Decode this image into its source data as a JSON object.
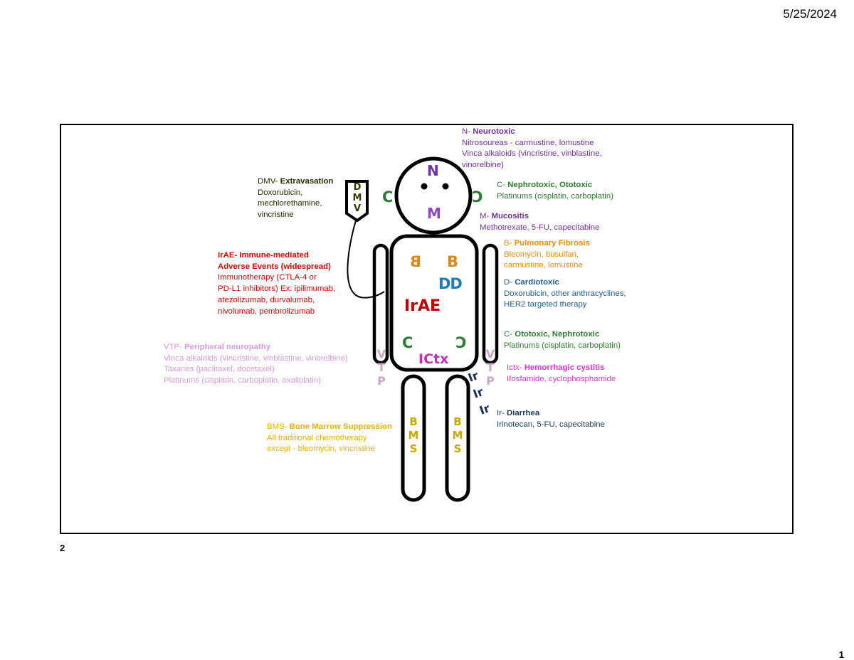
{
  "header": {
    "date": "5/25/2024"
  },
  "footer": {
    "slide_number": "2",
    "page_number": "1"
  },
  "colors": {
    "neuro": "#7030a0",
    "nephro": "#2e7d32",
    "muco": "#7030a0",
    "pulm": "#f08c00",
    "cardio": "#1f6fa8",
    "irae": "#e00000",
    "dmv": "#3a3a00",
    "vtp": "#d89ad8",
    "ictx": "#e033c8",
    "diarrhea": "#1a3a5c",
    "bms": "#e8b000"
  },
  "figure_letters": {
    "head_top": "N",
    "head_mouth": "M",
    "ear_left": "C",
    "ear_right": "C",
    "iv_bag": [
      "D",
      "M",
      "V"
    ],
    "lungs_left": "B",
    "lungs_right": "B",
    "heart": "DD",
    "torso_center": "IrAE",
    "kidney_left": "C",
    "kidney_right": "C",
    "bladder": "ICtx",
    "vtp_left": [
      "V",
      "T",
      "P"
    ],
    "vtp_right": [
      "V",
      "T",
      "P"
    ],
    "intestine": [
      "Ir",
      "Ir",
      "Ir"
    ],
    "leg_left": [
      "B",
      "M",
      "S"
    ],
    "leg_right": [
      "B",
      "M",
      "S"
    ]
  },
  "annotations": {
    "neuro": {
      "abbr": "N-",
      "title": "Neurotoxic",
      "lines": [
        "Nitrosoureas - carmustine, lomustine",
        "Vinca alkaloids (vincristine, vinblastine,",
        "vinorelbine)"
      ]
    },
    "nephro_oto": {
      "abbr": "C-",
      "title": "Nephrotoxic, Ototoxic",
      "lines": [
        "Platinums (cisplatin, carboplatin)"
      ]
    },
    "mucositis": {
      "abbr": "M-",
      "title": "Mucositis",
      "lines": [
        "Methotrexate, 5-FU, capecitabine"
      ]
    },
    "pulmonary": {
      "abbr": "B-",
      "title": "Pulmonary Fibrosis",
      "lines": [
        "Bleomycin, busulfan,",
        "carmustine, lomustine"
      ]
    },
    "cardio": {
      "abbr": "D-",
      "title": "Cardiotoxic",
      "lines": [
        "Doxorubicin, other anthracyclines,",
        "HER2 targeted therapy"
      ]
    },
    "oto_nephro": {
      "abbr": "C-",
      "title": "Ototoxic, Nephrotoxic",
      "lines": [
        "Platinums (cisplatin, carboplatin)"
      ]
    },
    "ictx": {
      "abbr": "Ictx-",
      "title": "Hemorrhagic cystitis",
      "lines": [
        "Ifosfamide, cyclophosphamide"
      ]
    },
    "diarrhea": {
      "abbr": "Ir-",
      "title": "Diarrhea",
      "lines": [
        "Irinotecan, 5-FU, capecitabine"
      ]
    },
    "dmv": {
      "abbr": "DMV-",
      "title": "Extravasation",
      "lines": [
        "Doxorubicin,",
        "mechlorethamine,",
        "vincristine"
      ]
    },
    "irae": {
      "title_lines": [
        "IrAE- Immune-mediated",
        "Adverse Events (widespread)"
      ],
      "lines": [
        "Immunotherapy (CTLA-4 or",
        "PD-L1 inhibitors) Ex: ipilimumab,",
        "atezolizumab, durvalumab,",
        "nivolumab, pembrolizumab"
      ]
    },
    "vtp": {
      "abbr": "VTP-",
      "title": "Peripheral neuropathy",
      "lines": [
        "Vinca alkaloids (vincristine, vinblastine, vinorelbine)",
        "Taxanes (paclitaxel, docetaxel)",
        "Platinums (cisplatin, carboplatin, oxaliplatin)"
      ]
    },
    "bms": {
      "abbr": "BMS-",
      "title": "Bone Marrow Suppression",
      "lines": [
        "All traditional chemotherapy",
        "except - bleomycin, vincristine"
      ]
    }
  }
}
